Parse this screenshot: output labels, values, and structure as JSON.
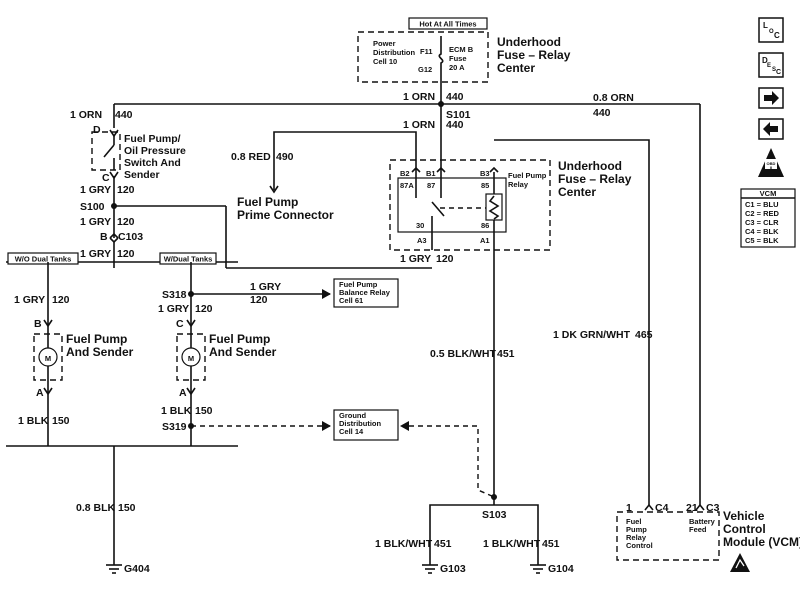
{
  "top": {
    "hot_label": "Hot At All Times",
    "pdc_line1": "Power",
    "pdc_line2": "Distribution",
    "pdc_line3": "Cell 10",
    "f11": "F11",
    "g12": "G12",
    "ecm_line1": "ECM B",
    "ecm_line2": "Fuse",
    "ecm_line3": "20 A",
    "uh1_line1": "Underhood",
    "uh1_line2": "Fuse – Relay",
    "uh1_line3": "Center"
  },
  "wires": {
    "w440a": "1 ORN",
    "w440a_n": "440",
    "s101": "S101",
    "w440b": "1 ORN",
    "w440b_n": "440",
    "w440c": "0.8 ORN",
    "w440c_n": "440",
    "w440d": "1 ORN",
    "w440d_n": "440",
    "w490": "0.8 RED",
    "w490_n": "490",
    "w120a": "1 GRY",
    "w120a_n": "120",
    "s100": "S100",
    "w120b": "1 GRY",
    "w120b_n": "120",
    "c103": "C103",
    "w120c": "1 GRY",
    "w120c_n": "120",
    "w120d": "1 GRY",
    "w120d_n": "120",
    "w120e": "1 GRY",
    "w120e_n": "120",
    "s318": "S318",
    "w120f": "1 GRY",
    "w120f_n": "120",
    "w120g": "1 GRY",
    "w120g_n": "120",
    "w465": "1 DK GRN/WHT",
    "w465_n": "465",
    "w451a": "0.5 BLK/WHT",
    "w451a_n": "451",
    "w150a": "1 BLK",
    "w150a_n": "150",
    "w150b": "1 BLK",
    "w150b_n": "150",
    "s319": "S319",
    "w150c": "0.8 BLK",
    "w150c_n": "150",
    "s103": "S103",
    "w451b": "1 BLK/WHT",
    "w451b_n": "451",
    "w451c": "1 BLK/WHT",
    "w451c_n": "451"
  },
  "components": {
    "fpops_line1": "Fuel Pump/",
    "fpops_line2": "Oil Pressure",
    "fpops_line3": "Switch And",
    "fpops_line4": "Sender",
    "pin_d": "D",
    "pin_c": "C",
    "pin_b": "B",
    "pin_a": "A",
    "pin_c2": "C",
    "pin_b2": "B",
    "pin_a2": "A",
    "prime_line1": "Fuel Pump",
    "prime_line2": "Prime Connector",
    "relay_label1": "Fuel Pump",
    "relay_label2": "Relay",
    "uh2_line1": "Underhood",
    "uh2_line2": "Fuse – Relay",
    "uh2_line3": "Center",
    "r_b2": "B2",
    "r_b1": "B1",
    "r_b3": "B3",
    "r_87a": "87A",
    "r_87": "87",
    "r_85": "85",
    "r_30": "30",
    "r_86": "86",
    "r_a3": "A3",
    "r_a1": "A1",
    "wo_dual": "W/O Dual Tanks",
    "w_dual": "W/Dual Tanks",
    "motor_m": "M",
    "motor_m2": "M",
    "fps1_line1": "Fuel Pump",
    "fps1_line2": "And Sender",
    "fps2_line1": "Fuel Pump",
    "fps2_line2": "And Sender",
    "fpbr_line1": "Fuel Pump",
    "fpbr_line2": "Balance Relay",
    "fpbr_line3": "Cell 61",
    "gd_line1": "Ground",
    "gd_line2": "Distribution",
    "gd_line3": "Cell 14",
    "g404": "G404",
    "g103": "G103",
    "g104": "G104",
    "vcm_pin1": "1",
    "vcm_c4": "C4",
    "vcm_pin21": "21",
    "vcm_c3": "C3",
    "vcm_fprc1": "Fuel",
    "vcm_fprc2": "Pump",
    "vcm_fprc3": "Relay",
    "vcm_fprc4": "Control",
    "vcm_bf1": "Battery",
    "vcm_bf2": "Feed",
    "vcm_line1": "Vehicle",
    "vcm_line2": "Control",
    "vcm_line3": "Module (VCM)"
  },
  "nav": {
    "loc_l": "L",
    "loc_o": "O",
    "loc_c": "C",
    "desc_d": "D",
    "desc_e": "E",
    "desc_s": "S",
    "desc_c": "C",
    "obd_l1": "OBD",
    "obd_l2": "II",
    "vcm_title": "VCM",
    "vcm_c1": "C1 = BLU",
    "vcm_c2": "C2 = RED",
    "vcm_c3": "C3 = CLR",
    "vcm_c4": "C4 = BLK",
    "vcm_c5": "C5 = BLK"
  }
}
